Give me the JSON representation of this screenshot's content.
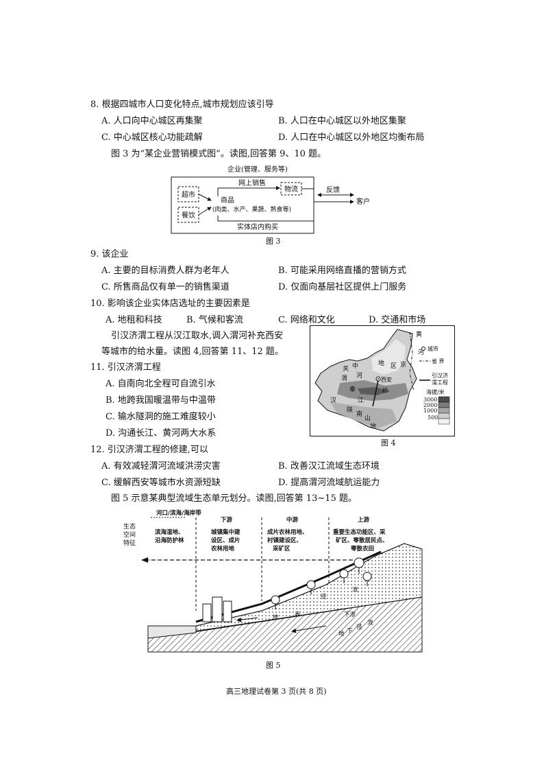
{
  "q8": {
    "stem": "8. 根据四城市人口变化特点,城市规划应该引导",
    "A": "A. 人口向中心城区再集聚",
    "B": "B. 人口在中心城区以外地区集聚",
    "C": "C. 中心城区核心功能疏解",
    "D": "D. 人口在中心城区以外地区均衡布局"
  },
  "intro3": "图 3 为“某企业营销模式图”。读图,回答第 9、10 题。",
  "fig3": {
    "company": "企业(管理、服务等)",
    "box_supermarket": "超市",
    "box_restaurant": "餐饮",
    "goods": "商品",
    "goods_detail": "(肉类、水产、果蔬、熟食等)",
    "online": "网上销售",
    "logistics": "物流",
    "feedback": "反馈",
    "customer": "客户",
    "store": "实体店内购买",
    "caption": "图 3"
  },
  "q9": {
    "stem": "9. 该企业",
    "A": "A. 主要的目标消费人群为老年人",
    "B": "B. 可能采用网络直播的营销方式",
    "C": "C. 所售商品仅有单一的销售渠道",
    "D": "D. 仅面向基层社区提供上门服务"
  },
  "q10": {
    "stem": "10. 影响该企业实体店选址的主要因素是",
    "A": "A. 地租和科技",
    "B": "B. 气候和客流",
    "C": "C. 网络和文化",
    "D": "D. 交通和市场"
  },
  "intro4_line1": "引汉济渭工程从汉江取水,调入渭河补充西安",
  "intro4_line2": "等城市的给水量。读图 4,回答第 11、12 题。",
  "fig4": {
    "legend_city": "城市",
    "legend_border": "省 界",
    "legend_project_1": "引汉济",
    "legend_project_2": "渭工程",
    "legend_elev": "海拔/米",
    "elev_levels": [
      "3000",
      "2000",
      "1000",
      "500"
    ],
    "labels": [
      "黄",
      "河",
      "关",
      "中",
      "地",
      "区",
      "渭",
      "河",
      "秦",
      "岭",
      "汉",
      "江",
      "陕",
      "南",
      "山",
      "地",
      "京"
    ],
    "city": "西安",
    "caption": "图 4"
  },
  "q11": {
    "stem": "11. 引汉济渭工程",
    "A": "A. 自南向北全程可自流引水",
    "B": "B. 地跨我国暖温带与中温带",
    "C": "C. 输水隧洞的施工难度较小",
    "D": "D. 沟通长江、黄河两大水系"
  },
  "q12": {
    "stem": "12. 引汉济渭工程的修建,可以",
    "A": "A. 有效减轻渭河流域洪涝灾害",
    "B": "B. 改善汉江流域生态环境",
    "C": "C. 缓解西安等城市水资源短缺",
    "D": "D. 提高渭河流域航运能力"
  },
  "intro5": "图 5 示意某典型流域生态单元划分。读图,回答第 13~15 题。",
  "fig5": {
    "side_label": [
      "生态",
      "空间",
      "特征"
    ],
    "zones": [
      {
        "name": "河口/滨海/海岸带",
        "desc": [
          "滨海湿地、",
          "沿海防护林"
        ]
      },
      {
        "name": "下游",
        "desc": [
          "城镇集中建",
          "设区、成片",
          "农林用地"
        ]
      },
      {
        "name": "中游",
        "desc": [
          "成片农林用地、",
          "村镇建设区、",
          "采矿区"
        ]
      },
      {
        "name": "上游",
        "desc": [
          "重要生态功能区、采",
          "矿区、零散居民点、",
          "零散农田"
        ]
      }
    ],
    "flow_labels": [
      "地",
      "表",
      "径",
      "流",
      "下渗",
      "地",
      "下",
      "径",
      "流"
    ],
    "caption": "图 5"
  },
  "footer": "高三地理试卷第 3 页(共 8 页)"
}
